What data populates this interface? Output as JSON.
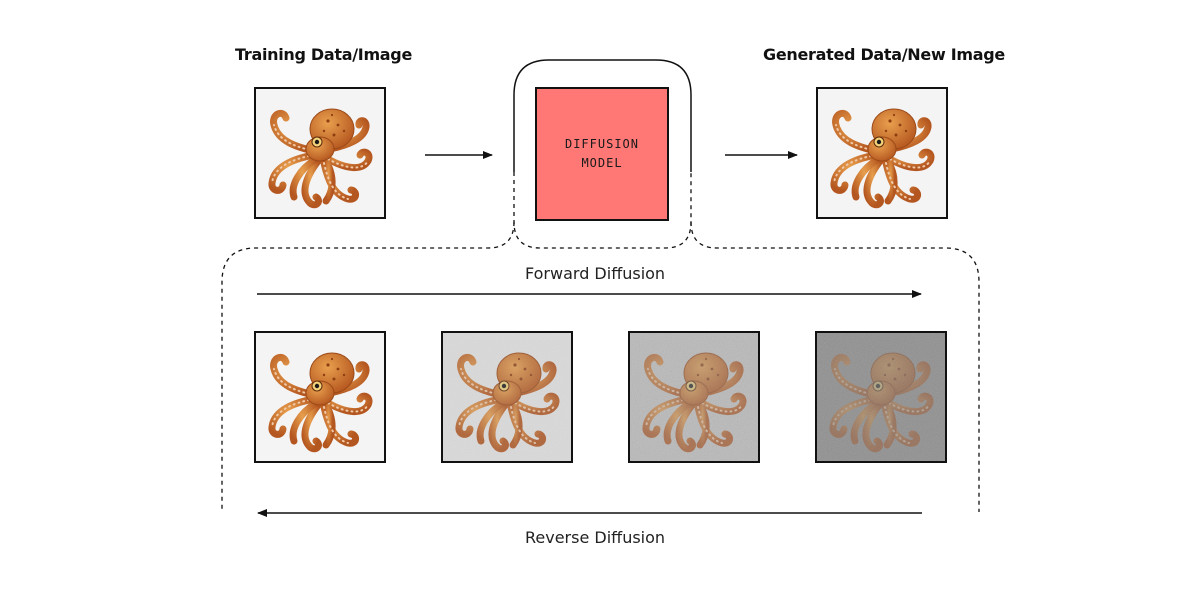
{
  "titles": {
    "training": "Training Data/Image",
    "generated": "Generated Data/New Image"
  },
  "model": {
    "line1": "DIFFUSION",
    "line2": "MODEL",
    "color": "#ff7875"
  },
  "process": {
    "forward_label": "Forward Diffusion",
    "reverse_label": "Reverse Diffusion"
  },
  "images": {
    "subject_icon": "octopus-icon",
    "frame_backgrounds": [
      "#f4f4f4",
      "#e6e6e6",
      "#cfcfcf",
      "#a5a5a5"
    ],
    "noise_levels": [
      0.0,
      0.25,
      0.5,
      0.8
    ]
  }
}
